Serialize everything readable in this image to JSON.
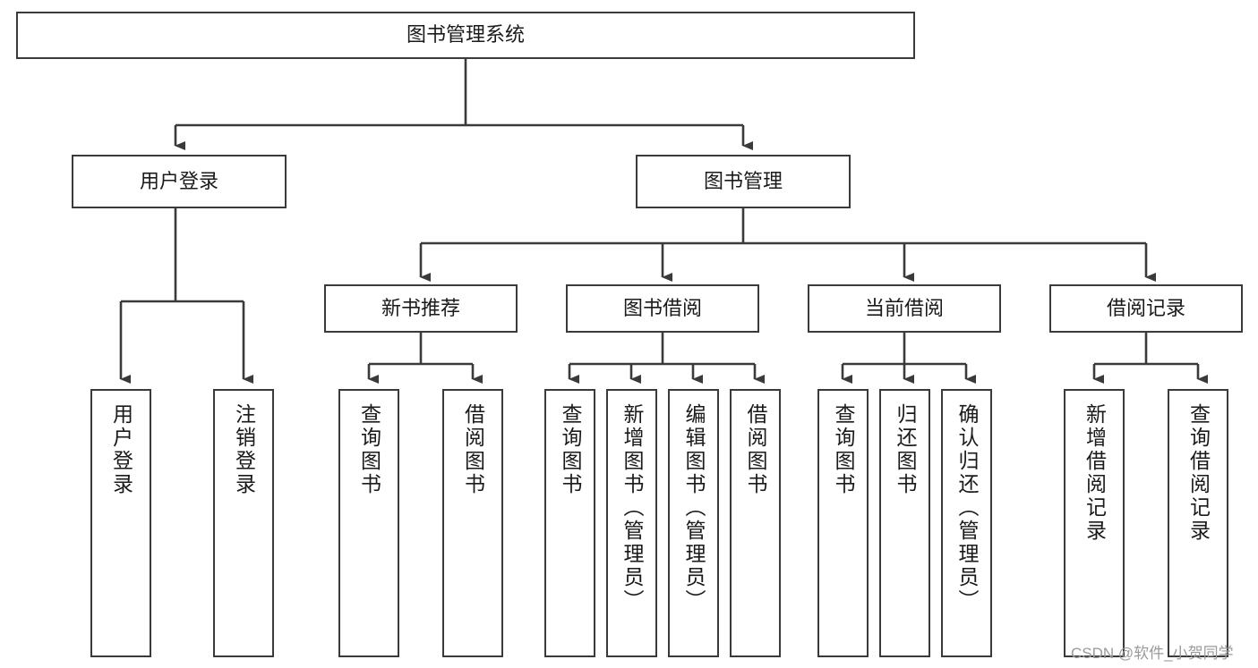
{
  "diagram": {
    "type": "tree",
    "title": "图书管理系统",
    "root": {
      "label": "图书管理系统"
    },
    "level2": [
      {
        "label": "用户登录"
      },
      {
        "label": "图书管理"
      }
    ],
    "level3": [
      {
        "label": "新书推荐"
      },
      {
        "label": "图书借阅"
      },
      {
        "label": "当前借阅"
      },
      {
        "label": "借阅记录"
      }
    ],
    "leaves": {
      "user_login": [
        {
          "label": "用户登录"
        },
        {
          "label": "注销登录"
        }
      ],
      "new_book_recommend": [
        {
          "label": "查询图书"
        },
        {
          "label": "借阅图书"
        }
      ],
      "book_borrow": [
        {
          "label": "查询图书"
        },
        {
          "label": "新增图书（管理员）"
        },
        {
          "label": "编辑图书（管理员）"
        },
        {
          "label": "借阅图书"
        }
      ],
      "current_borrow": [
        {
          "label": "查询图书"
        },
        {
          "label": "归还图书"
        },
        {
          "label": "确认归还（管理员）"
        }
      ],
      "borrow_record": [
        {
          "label": "新增借阅记录"
        },
        {
          "label": "查询借阅记录"
        }
      ]
    }
  },
  "watermark": {
    "text": "CSDN @软件_小贺同学"
  },
  "colors": {
    "stroke": "#3a3a3a",
    "background": "#ffffff",
    "text": "#1a1a1a",
    "watermark": "#9a9a9a"
  }
}
